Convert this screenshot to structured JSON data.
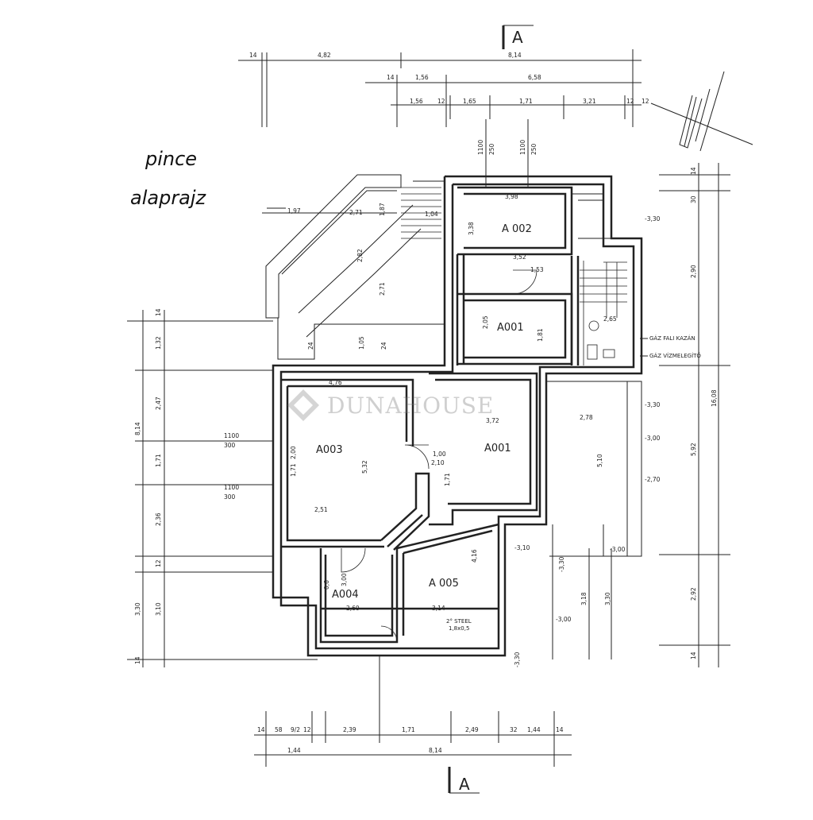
{
  "title": {
    "line1": "pince",
    "line2": "alaprajz"
  },
  "section_marker": "A",
  "watermark": "DUNAHOUSE",
  "rooms": {
    "a002": "A 002",
    "a001_top": "A001",
    "a003": "A003",
    "a001_mid": "A001",
    "a004": "A004",
    "a005": "A 005"
  },
  "notes": {
    "gaz_fali_kazan": "GÁZ FALI KAZÁN",
    "gaz_vizmelegito": "GÁZ VÍZMELEGÍTŐ",
    "steel_note": "2° STEEL",
    "steel_note_sub": "1,8x0,5"
  },
  "dims": {
    "top1_left": "14",
    "top1_mid": "4,82",
    "top1_right": "8,14",
    "top2_a": "14",
    "top2_b": "1,56",
    "top2_c": "6,58",
    "top3_a": "1,56",
    "top3_b": "12",
    "top3_c": "1,65",
    "top3_d": "1,71",
    "top3_e": "3,21",
    "top3_f": "12",
    "top3_g": "12",
    "top_v1": "1100",
    "top_v2": "250",
    "top_v3": "1100",
    "top_v4": "250",
    "r_a002_w": "3,52",
    "r_a002_h": "3,38",
    "r_a002_top": "3,98",
    "r_hall_w": "1,53",
    "r_hall_h": "2,05",
    "r_a001_h": "1,81",
    "r_stair": "2,65",
    "l_a": "1,97",
    "l_b": "1,04",
    "l_c": "2,71",
    "l_d": "1,87",
    "l_e": "2,82",
    "l_f": "2,71",
    "l_g": "24",
    "l_h": "1,05",
    "l_i": "24",
    "left_v1": "14",
    "left_v2": "1,32",
    "left_v3": "2,47",
    "left_v4": "1,71",
    "left_v5": "2,36",
    "left_v6": "12",
    "left_v7": "3,30",
    "left_v8": "3,10",
    "left_v9": "14",
    "left_total": "8,14",
    "left_lvl1": "1100",
    "left_lvl1b": "300",
    "left_lvl2": "1100",
    "left_lvl2b": "300",
    "a003_w": "4,76",
    "a003_h": "5,32",
    "a003_b": "2,51",
    "a003_c": "1,71",
    "a003_d": "2,00",
    "a001_w": "3,72",
    "a001_h": "2,10",
    "a001_c": "1,00",
    "a001_d": "1,71",
    "a004_w": "2,60",
    "a004_h": "3,00",
    "a004_e": "0,6",
    "a005_w": "3,14",
    "a005_h": "4,16",
    "right_v1": "14",
    "right_v2": "30",
    "right_v3": "2,90",
    "right_v4": "5,92",
    "right_v5": "2,92",
    "right_v6": "14",
    "right_total": "16,08",
    "terrace_w": "2,78",
    "terrace_h": "5,10",
    "terrace_b": "3,18",
    "terrace_c": "3,30",
    "lvl_r1": "-3,30",
    "lvl_r2": "-3,30",
    "lvl_r3": "-3,00",
    "lvl_r4": "-2,70",
    "lvl_r5": "-3,10",
    "lvl_r6": "-3,00",
    "lvl_r7": "-3,30",
    "lvl_r8": "-3,30",
    "lvl_r9": "-3,00",
    "bot_a": "14",
    "bot_b": "58",
    "bot_c": "9/2",
    "bot_d": "12",
    "bot_e": "2,39",
    "bot_f": "1,71",
    "bot_g": "2,49",
    "bot_h": "32",
    "bot_i": "1,44",
    "bot_j": "14",
    "bot2_a": "1,44",
    "bot2_b": "8,14"
  }
}
